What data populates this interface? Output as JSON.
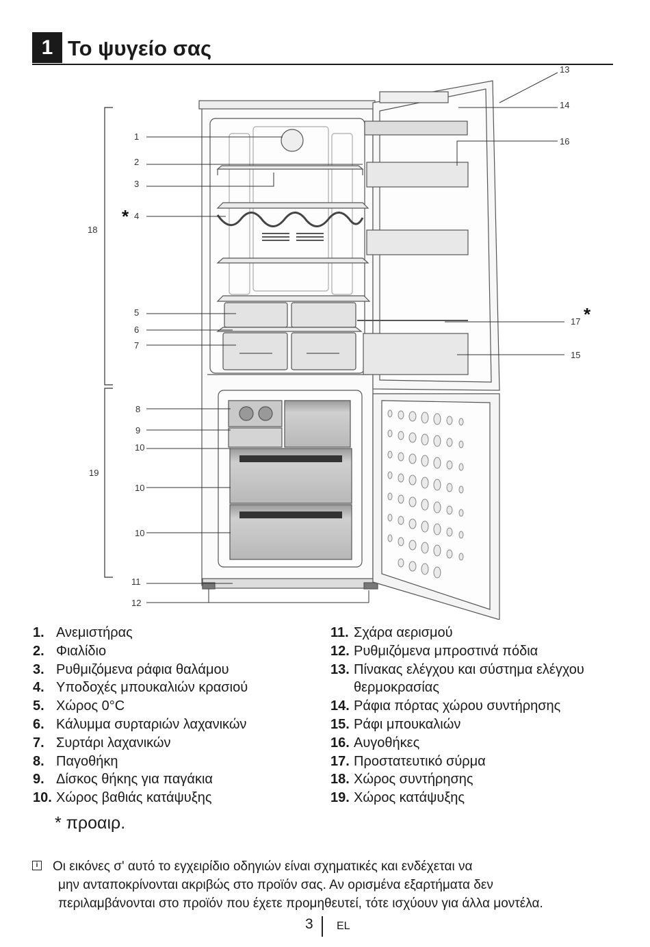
{
  "section": {
    "number": "1",
    "title": "Το ψυγείο σας"
  },
  "callouts": {
    "c1": "1",
    "c2": "2",
    "c3": "3",
    "c4": "4",
    "c5": "5",
    "c6": "6",
    "c7": "7",
    "c8": "8",
    "c9": "9",
    "c10a": "10",
    "c10b": "10",
    "c10c": "10",
    "c11": "11",
    "c12": "12",
    "c13": "13",
    "c14": "14",
    "c15": "15",
    "c16": "16",
    "c17": "17",
    "c18": "18",
    "c19": "19",
    "star": "*"
  },
  "legend_left": [
    {
      "num": "1.",
      "text": "Ανεμιστήρας"
    },
    {
      "num": "2.",
      "text": "Φιαλίδιο"
    },
    {
      "num": "3.",
      "text": "Ρυθμιζόμενα ράφια θαλάμου"
    },
    {
      "num": "4.",
      "text": "Υποδοχές μπουκαλιών κρασιού"
    },
    {
      "num": "5.",
      "text": "Χώρος 0°C"
    },
    {
      "num": "6.",
      "text": "Κάλυμμα συρταριών λαχανικών"
    },
    {
      "num": "7.",
      "text": "Συρτάρι λαχανικών"
    },
    {
      "num": "8.",
      "text": "Παγοθήκη"
    },
    {
      "num": "9.",
      "text": "Δίσκος θήκης για παγάκια"
    },
    {
      "num": "10.",
      "text": "Χώρος βαθιάς κατάψυξης"
    }
  ],
  "legend_right": [
    {
      "num": "11.",
      "text": "Σχάρα αερισμού"
    },
    {
      "num": "12.",
      "text": "Ρυθμιζόμενα μπροστινά πόδια"
    },
    {
      "num": "13.",
      "text": "Πίνακας ελέγχου και σύστημα ελέγχου θερμοκρασίας"
    },
    {
      "num": "14.",
      "text": "Ράφια πόρτας χώρου συντήρησης"
    },
    {
      "num": "15.",
      "text": "Ράφι μπουκαλιών"
    },
    {
      "num": "16.",
      "text": "Αυγοθήκες"
    },
    {
      "num": "17.",
      "text": "Προστατευτικό σύρμα"
    },
    {
      "num": "18.",
      "text": "Χώρος συντήρησης"
    },
    {
      "num": "19.",
      "text": "Χώρος κατάψυξης"
    }
  ],
  "optional_note": "* προαιρ.",
  "note": {
    "line1": "Οι εικόνες σ' αυτό το εγχειρίδιο οδηγιών είναι σχηματικές και ενδέχεται να",
    "line2": "μην ανταποκρίνονται ακριβώς στο προϊόν σας. Αν ορισμένα εξαρτήματα δεν",
    "line3": "περιλαμβάνονται στο προϊόν που έχετε προμηθευτεί, τότε ισχύουν για άλλα μοντέλα."
  },
  "footer": {
    "page": "3",
    "lang": "EL"
  }
}
